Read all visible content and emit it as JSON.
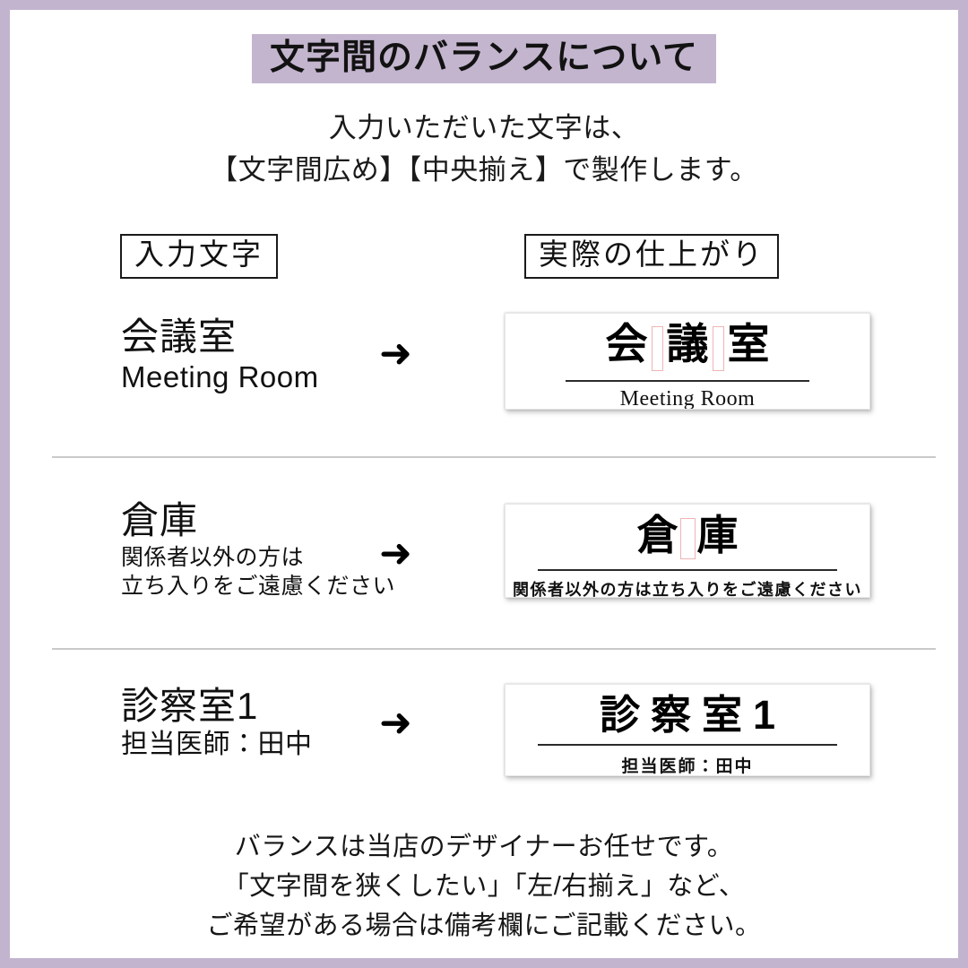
{
  "frame": {
    "border_color": "#c2b3cf",
    "background": "#ffffff"
  },
  "title": {
    "text": "文字間のバランスについて",
    "highlight_color": "#c3b5ce"
  },
  "subtitle": {
    "line1": "入力いただいた文字は、",
    "line2": "【文字間広め】【中央揃え】で製作します。"
  },
  "headers": {
    "input": "入力文字",
    "output": "実際の仕上がり"
  },
  "arrow": {
    "glyph": "➜"
  },
  "gap_marker": {
    "border_color": "#f0b4b4",
    "fill_color": "#ffffff"
  },
  "rows": [
    {
      "input": {
        "main": "会議室",
        "sub": "Meeting Room"
      },
      "sign": {
        "chars": [
          "会",
          "議",
          "室"
        ],
        "gaps": 2,
        "sub": "Meeting Room",
        "font_style": "mincho-serif"
      }
    },
    {
      "input": {
        "main": "倉庫",
        "sub_line1": "関係者以外の方は",
        "sub_line2": "立ち入りをご遠慮ください"
      },
      "sign": {
        "chars": [
          "倉",
          "庫"
        ],
        "gaps": 1,
        "sub": "関係者以外の方は立ち入りをご遠慮ください",
        "font_style": "gothic-bold"
      }
    },
    {
      "input": {
        "main": "診察室1",
        "sub": "担当医師：田中"
      },
      "sign": {
        "chars": [
          "診",
          "察",
          "室",
          "1"
        ],
        "gaps": 0,
        "text": "診察室1",
        "sub": "担当医師：田中",
        "font_style": "gothic-bold"
      }
    }
  ],
  "footer": {
    "line1": "バランスは当店のデザイナーお任せです。",
    "line2": "「文字間を狭くしたい」「左/右揃え」など、",
    "line3": "ご希望がある場合は備考欄にご記載ください。"
  }
}
